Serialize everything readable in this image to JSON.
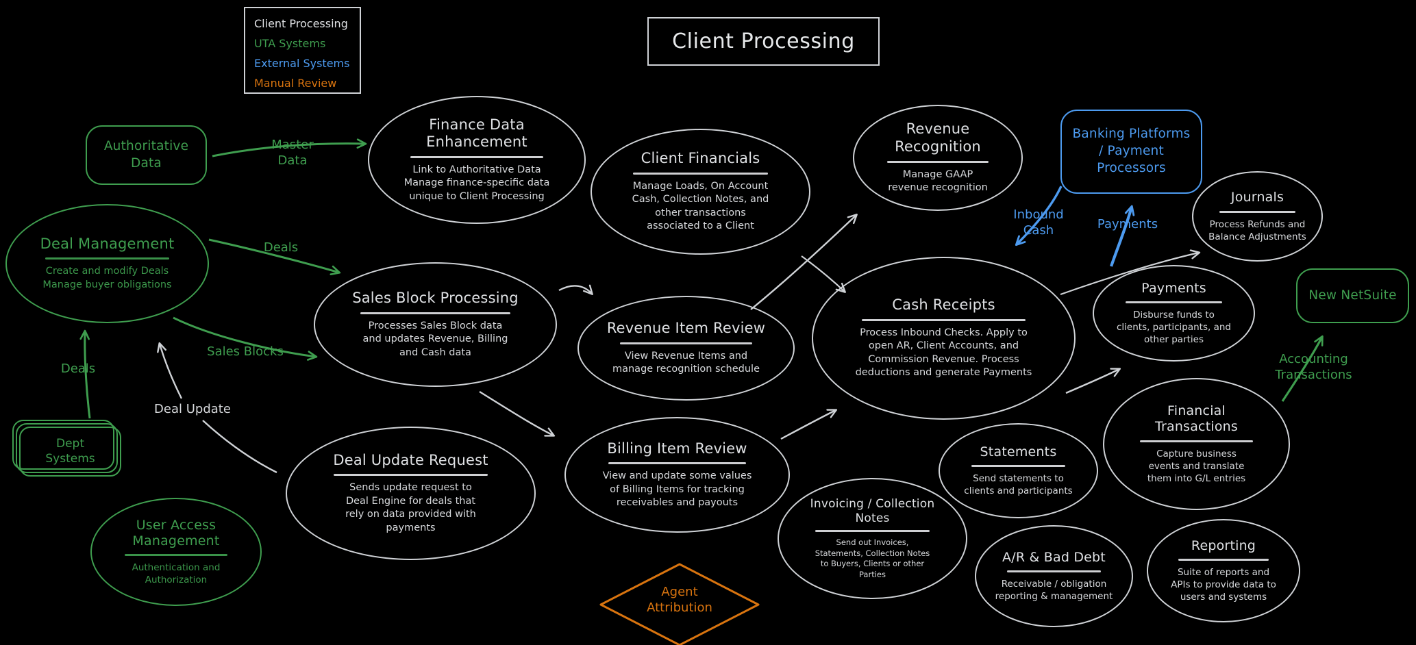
{
  "title": "Client Processing",
  "colors": {
    "background": "#000000",
    "default_stroke": "#cfd2d6",
    "uta_green": "#3f9e4f",
    "external_blue": "#4d9bf0",
    "manual_orange": "#d9740f"
  },
  "legend": {
    "items": [
      {
        "label": "Client Processing",
        "color": "white"
      },
      {
        "label": "UTA Systems",
        "color": "green"
      },
      {
        "label": "External Systems",
        "color": "blue"
      },
      {
        "label": "Manual Review",
        "color": "orange"
      }
    ]
  },
  "nodes": {
    "authoritative_data": {
      "title": "Authoritative\nData"
    },
    "deal_management": {
      "title": "Deal Management",
      "body": "Create and modify Deals\nManage buyer obligations"
    },
    "dept_systems": {
      "title": "Dept\nSystems"
    },
    "user_access_management": {
      "title": "User Access\nManagement",
      "body": "Authentication and\nAuthorization"
    },
    "finance_data_enhancement": {
      "title": "Finance Data\nEnhancement",
      "body": "Link to Authoritative Data\nManage finance-specific data\nunique to Client Processing"
    },
    "sales_block_processing": {
      "title": "Sales Block Processing",
      "body": "Processes Sales Block data\nand updates Revenue, Billing\nand Cash data"
    },
    "deal_update_request": {
      "title": "Deal Update Request",
      "body": "Sends update request to\nDeal Engine for deals that\nrely on data provided with\npayments"
    },
    "client_financials": {
      "title": "Client Financials",
      "body": "Manage Loads, On Account\nCash, Collection Notes, and\nother transactions\nassociated to a Client"
    },
    "revenue_item_review": {
      "title": "Revenue Item Review",
      "body": "View Revenue Items and\nmanage recognition schedule"
    },
    "billing_item_review": {
      "title": "Billing Item Review",
      "body": "View and update some values\nof Billing Items for tracking\nreceivables and payouts"
    },
    "revenue_recognition": {
      "title": "Revenue\nRecognition",
      "body": "Manage GAAP\nrevenue recognition"
    },
    "cash_receipts": {
      "title": "Cash Receipts",
      "body": "Process Inbound Checks.  Apply to\nopen AR, Client Accounts, and\nCommission Revenue.  Process\ndeductions and generate Payments"
    },
    "banking_platforms": {
      "title": "Banking Platforms\n/ Payment\nProcessors"
    },
    "journals": {
      "title": "Journals",
      "body": "Process Refunds and\nBalance Adjustments"
    },
    "payments": {
      "title": "Payments",
      "body": "Disburse funds to\nclients, participants, and\nother parties"
    },
    "new_netsuite": {
      "title": "New NetSuite"
    },
    "financial_transactions": {
      "title": "Financial\nTransactions",
      "body": "Capture business\nevents and translate\nthem into G/L entries"
    },
    "statements": {
      "title": "Statements",
      "body": "Send statements to\nclients and participants"
    },
    "invoicing_collection_notes": {
      "title": "Invoicing / Collection\nNotes",
      "body": "Send out Invoices,\nStatements, Collection Notes\nto Buyers, Clients or other\nParties"
    },
    "ar_bad_debt": {
      "title": "A/R & Bad Debt",
      "body": "Receivable / obligation\nreporting & management"
    },
    "reporting": {
      "title": "Reporting",
      "body": "Suite of reports and\nAPIs to provide data to\nusers and systems"
    },
    "agent_attribution": {
      "title": "Agent\nAttribution"
    }
  },
  "edge_labels": {
    "master_data": "Master\nData",
    "deals_to_sales_block": "Deals",
    "sales_blocks": "Sales Blocks",
    "deals_from_dept": "Deals",
    "deal_update": "Deal Update",
    "inbound_cash": "Inbound\nCash",
    "payments": "Payments",
    "accounting_transactions": "Accounting\nTransactions"
  }
}
